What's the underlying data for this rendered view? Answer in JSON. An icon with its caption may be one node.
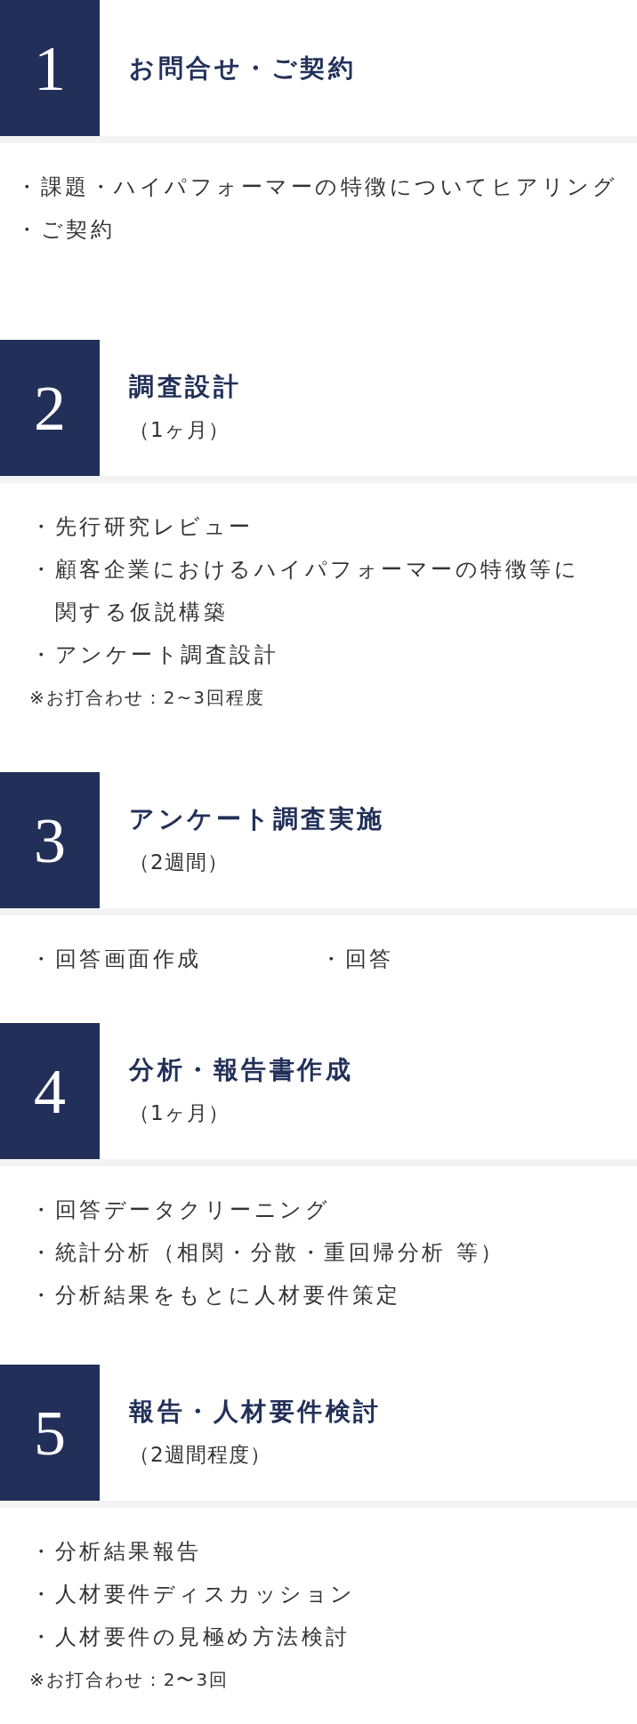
{
  "diagram": {
    "nodes": [
      {
        "text": [
          "1"
        ],
        "beside": [
          "お問合せ・ご契約"
        ]
      },
      {
        "text": [
          "2"
        ],
        "beside": [
          "調査設計",
          "（1ヶ月）"
        ]
      },
      {
        "text": [
          "3"
        ],
        "beside": [
          "アンケート調査実施",
          "（2週間）"
        ]
      },
      {
        "text": [
          "4"
        ],
        "beside": [
          "分析・報告書作成",
          "（1ヶ月）"
        ]
      },
      {
        "text": [
          "5"
        ],
        "beside": [
          "報告・人材要件検討",
          "（2週間程度）"
        ]
      }
    ],
    "labels": [
      "・課題・ハイパフォーマーの特徴についてヒアリング",
      "・ご契約",
      "・先行研究レビュー",
      "・顧客企業におけるハイパフォーマーの特徴等に関する仮説構築",
      "・アンケート調査設計",
      "※お打合わせ：2~3回程度",
      "・回答画面作成",
      "・回答",
      "・回答データクリーニング",
      "・統計分析（相関・分散・重回帰分析 等）",
      "・分析結果をもとに人材要件策定",
      "・分析結果報告",
      "・人材要件ディスカッション",
      "・人材要件の見極め方法検討",
      "※お打合わせ：2〜3回"
    ]
  }
}
